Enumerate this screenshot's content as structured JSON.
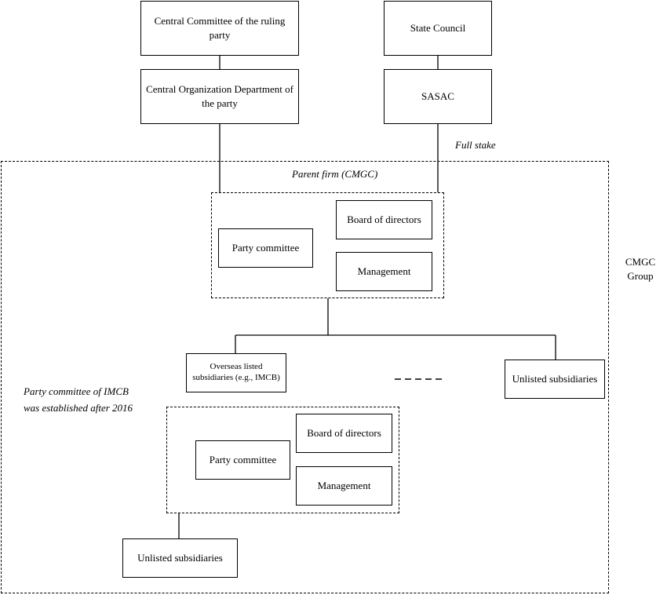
{
  "boxes": {
    "central_committee": "Central Committee of the ruling party",
    "central_org_dept": "Central Organization Department of the party",
    "state_council": "State Council",
    "sasac": "SASAC",
    "parent_party_committee": "Party committee",
    "parent_board": "Board of directors",
    "parent_management": "Management",
    "overseas_listed": "Overseas listed subsidiaries (e.g., IMCB)",
    "unlisted_right": "Unlisted subsidiaries",
    "imcb_party_committee": "Party committee",
    "imcb_board": "Board of directors",
    "imcb_management": "Management",
    "unlisted_bottom": "Unlisted subsidiaries"
  },
  "labels": {
    "full_stake": "Full stake",
    "parent_firm": "Parent firm (CMGC)",
    "cmgc_group": "CMGC Group",
    "imcb_note": "Party committee of IMCB was established after 2016"
  }
}
